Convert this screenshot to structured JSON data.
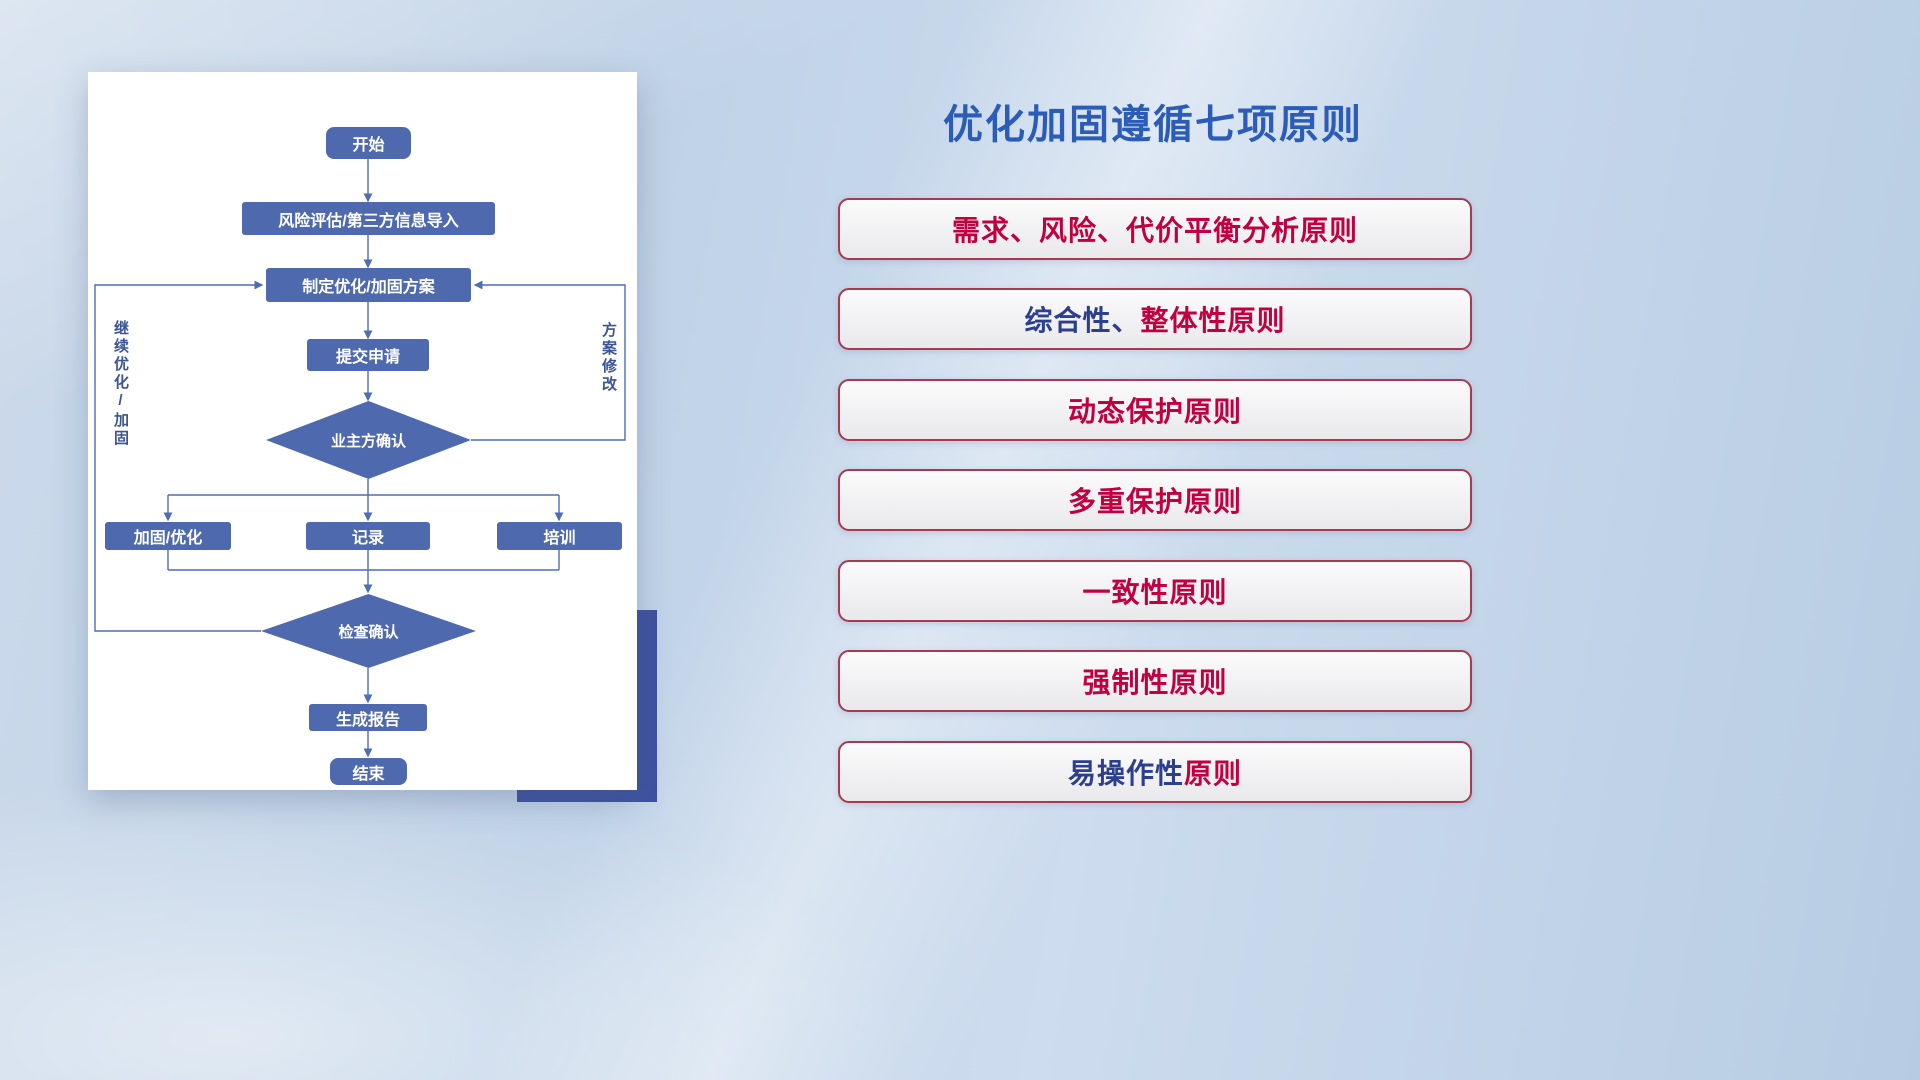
{
  "flowchart": {
    "nodes": {
      "start": "开始",
      "risk": "风险评估/第三方信息导入",
      "plan": "制定优化/加固方案",
      "submit": "提交申请",
      "owner_confirm": "业主方确认",
      "harden": "加固/优化",
      "record": "记录",
      "training": "培训",
      "check": "检查确认",
      "report": "生成报告",
      "end": "结束"
    },
    "edge_labels": {
      "left_loop": "继续优化/加固",
      "right_loop": "方案修改"
    }
  },
  "principles": {
    "title": "优化加固遵循七项原则",
    "items": [
      {
        "blue": "",
        "red": "需求、风险、代价平衡分析原则"
      },
      {
        "blue": "综合性、",
        "red": "整体性原则"
      },
      {
        "blue": "",
        "red": "动态保护原则"
      },
      {
        "blue": "",
        "red": "多重保护原则"
      },
      {
        "blue": "",
        "red": "一致性原则"
      },
      {
        "blue": "",
        "red": "强制性原则"
      },
      {
        "blue": "易操作性",
        "red": "原则"
      }
    ]
  },
  "colors": {
    "node_fill": "#4e69ae",
    "connector": "#4e6db5",
    "title_blue": "#2a5cb8",
    "text_navy": "#2b3f8e",
    "text_red": "#c1003f",
    "pill_border": "#a83a50",
    "accent_block": "#3e52a0",
    "card_bg": "#ffffff"
  }
}
